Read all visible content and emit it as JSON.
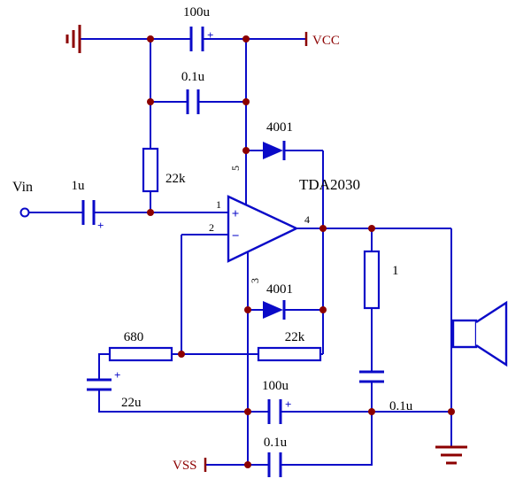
{
  "schematic": {
    "ic_label": "TDA2030",
    "input_label": "Vin",
    "vcc_label": "VCC",
    "vss_label": "VSS",
    "colors": {
      "wire_blue": "#0A0AC8",
      "power_maroon": "#8C0000",
      "label_black": "#000000"
    },
    "opamp": {
      "plus": "+",
      "minus": "−"
    },
    "pins": {
      "p1": "1",
      "p2": "2",
      "p3": "3",
      "p4": "4",
      "p5": "5"
    },
    "components": {
      "c_in": {
        "value": "1u",
        "polarity": "+"
      },
      "r_bias": {
        "value": "22k"
      },
      "c_vcc_bulk": {
        "value": "100u",
        "polarity": "+"
      },
      "c_vcc_hf": {
        "value": "0.1u"
      },
      "d_vcc": {
        "value": "4001"
      },
      "d_vss": {
        "value": "4001"
      },
      "r_fb": {
        "value": "22k"
      },
      "r_series": {
        "value": "680"
      },
      "c_fb": {
        "value": "22u",
        "polarity": "+"
      },
      "c_vss_bulk": {
        "value": "100u",
        "polarity": "+"
      },
      "c_vss_hf": {
        "value": "0.1u"
      },
      "r_zobel": {
        "value": "1"
      },
      "c_zobel": {
        "value": "0.1u"
      }
    }
  }
}
